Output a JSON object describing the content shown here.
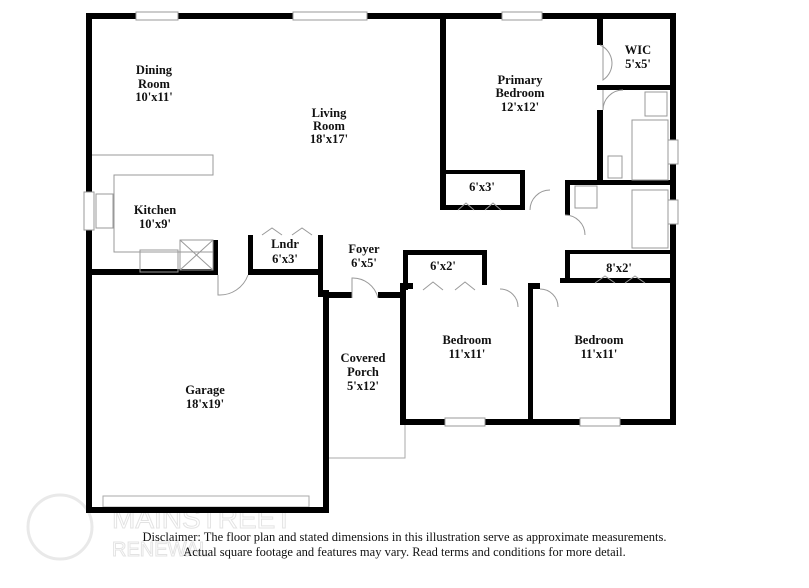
{
  "rooms": {
    "dining": {
      "name": "Dining Room",
      "name1": "Dining",
      "name2": "Room",
      "dims": "10'x11'"
    },
    "living": {
      "name1": "Living",
      "name2": "Room",
      "dims": "18'x17'"
    },
    "primary": {
      "name1": "Primary",
      "name2": "Bedroom",
      "dims": "12'x12'"
    },
    "wic": {
      "name": "WIC",
      "dims": "5'x5'"
    },
    "kitchen": {
      "name": "Kitchen",
      "dims": "10'x9'"
    },
    "laundry": {
      "name": "Lndr",
      "dims": "6'x3'"
    },
    "foyer": {
      "name": "Foyer",
      "dims": "6'x5'"
    },
    "closet_primary": {
      "dims": "6'x3'"
    },
    "closet_bed1": {
      "dims": "6'x2'"
    },
    "closet_bed2": {
      "dims": "8'x2'"
    },
    "bedroom1": {
      "name": "Bedroom",
      "dims": "11'x11'"
    },
    "bedroom2": {
      "name": "Bedroom",
      "dims": "11'x11'"
    },
    "porch": {
      "name1": "Covered",
      "name2": "Porch",
      "dims": "5'x12'"
    },
    "garage": {
      "name": "Garage",
      "dims": "18'x19'"
    }
  },
  "disclaimer": {
    "line1": "Disclaimer: The floor plan and stated dimensions in this illustration serve as approximate measurements.",
    "line2": "Actual square footage and features may vary. Read terms and conditions for more detail."
  },
  "watermark": {
    "line1": "MAINSTREET",
    "line2": "RENEWAL"
  },
  "colors": {
    "wall": "#000000",
    "fixture": "#999999"
  }
}
